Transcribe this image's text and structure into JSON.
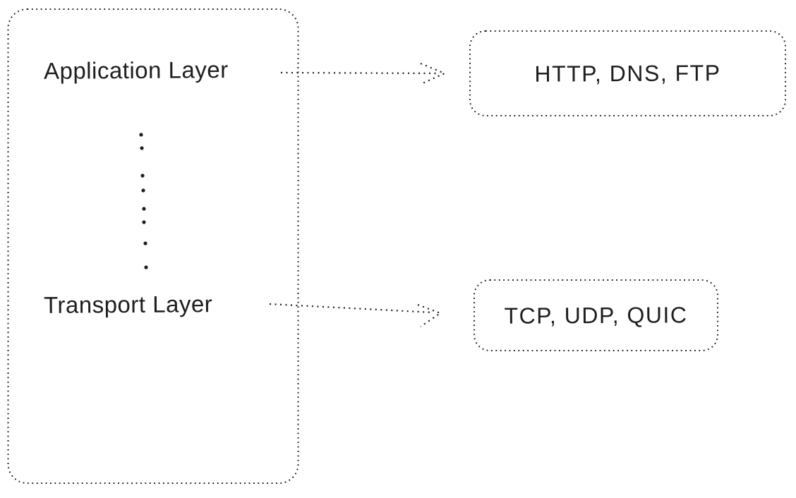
{
  "canvas": {
    "background_color": "#ffffff",
    "ink_color": "#1e1e1e"
  },
  "layers_box": {
    "application_label": "Application Layer",
    "transport_label": "Transport Layer",
    "ellipsis_dot_count": 8
  },
  "protocol_boxes": {
    "application_protocols_label": "HTTP, DNS, FTP",
    "transport_protocols_label": "TCP, UDP, QUIC"
  },
  "connectors": {
    "application_to_protocols": {
      "style": "dotted-arrow",
      "from_label": "Application Layer",
      "to_label": "HTTP, DNS, FTP"
    },
    "transport_to_protocols": {
      "style": "dotted-arrow",
      "from_label": "Transport Layer",
      "to_label": "TCP, UDP, QUIC"
    }
  }
}
